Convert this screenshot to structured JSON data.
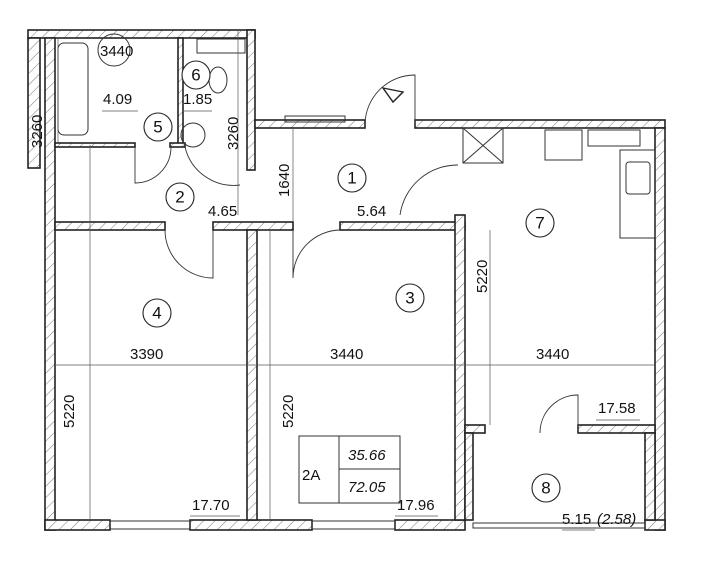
{
  "plan": {
    "apartment_type": "2А",
    "living_area": "35.66",
    "total_area": "72.05",
    "rooms": [
      {
        "number": "1",
        "area": "5.64"
      },
      {
        "number": "2",
        "area": "4.65"
      },
      {
        "number": "3",
        "area": "17.96"
      },
      {
        "number": "4",
        "area": "17.70"
      },
      {
        "number": "5",
        "area": "4.09"
      },
      {
        "number": "6",
        "area": "1.85"
      },
      {
        "number": "7",
        "area": "17.58"
      },
      {
        "number": "8",
        "area": "5.15",
        "reduced_area": "(2.58)"
      }
    ],
    "dimensions": {
      "bath_width": "3440",
      "bath_height_left": "3260",
      "bath_height_right": "3260",
      "hall_height": "1640",
      "room4_width": "3390",
      "room3_width": "3440",
      "room7_width": "3440",
      "room4_height": "5220",
      "room3_height": "5220",
      "room7_height": "5220"
    },
    "colors": {
      "line": "#222222",
      "background": "#ffffff"
    }
  }
}
